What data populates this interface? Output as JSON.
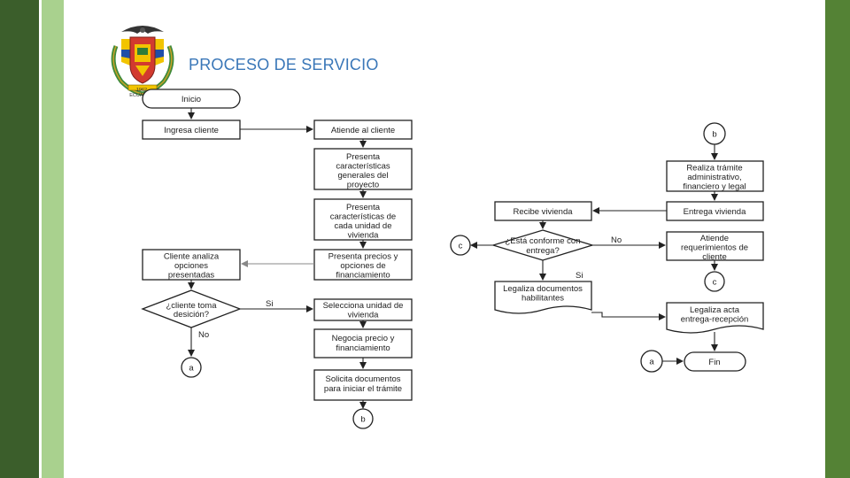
{
  "page": {
    "title": "PROCESO DE SERVICIO",
    "logo_caption": [
      "1962",
      "ECUADOR"
    ]
  },
  "colors": {
    "band_dark": "#3b5e2b",
    "band_light": "#a9d18e",
    "band_right": "#548235",
    "title": "#3a77b8"
  },
  "flowchart": {
    "left": {
      "start": "Inicio",
      "ingresa": "Ingresa cliente",
      "atiende": "Atiende al cliente",
      "presenta_gen": [
        "Presenta",
        "características",
        "generales del",
        "proyecto"
      ],
      "presenta_unidad": [
        "Presenta",
        "características de",
        "cada unidad de",
        "vivienda"
      ],
      "precios": [
        "Presenta precios y",
        "opciones de",
        "financiamiento"
      ],
      "analiza": [
        "Cliente analiza",
        "opciones",
        "presentadas"
      ],
      "decision": [
        "¿cliente toma",
        "desición?"
      ],
      "si": "Si",
      "no": "No",
      "selecciona": [
        "Selecciona unidad de",
        "vivienda"
      ],
      "negocia": [
        "Negocia precio y",
        "financiamiento"
      ],
      "solicita": [
        "Solicita documentos",
        "para iniciar el trámite"
      ],
      "conn_a": "a",
      "conn_b": "b"
    },
    "right": {
      "conn_b": "b",
      "tramite": [
        "Realiza trámite",
        "administrativo,",
        "financiero y legal"
      ],
      "entrega": "Entrega vivienda",
      "recibe": "Recibe vivienda",
      "conn_c_left": "c",
      "decision": [
        "¿Está conforme con",
        "entrega?"
      ],
      "no": "No",
      "si": "Si",
      "atiende_req": [
        "Atiende",
        "requerimientos de",
        "cliente"
      ],
      "conn_c_below": "c",
      "legaliza_docs": [
        "Legaliza documentos",
        "habilitantes"
      ],
      "legaliza_acta": [
        "Legaliza acta",
        "entrega-recepción"
      ],
      "conn_a": "a",
      "fin": "Fin"
    }
  }
}
